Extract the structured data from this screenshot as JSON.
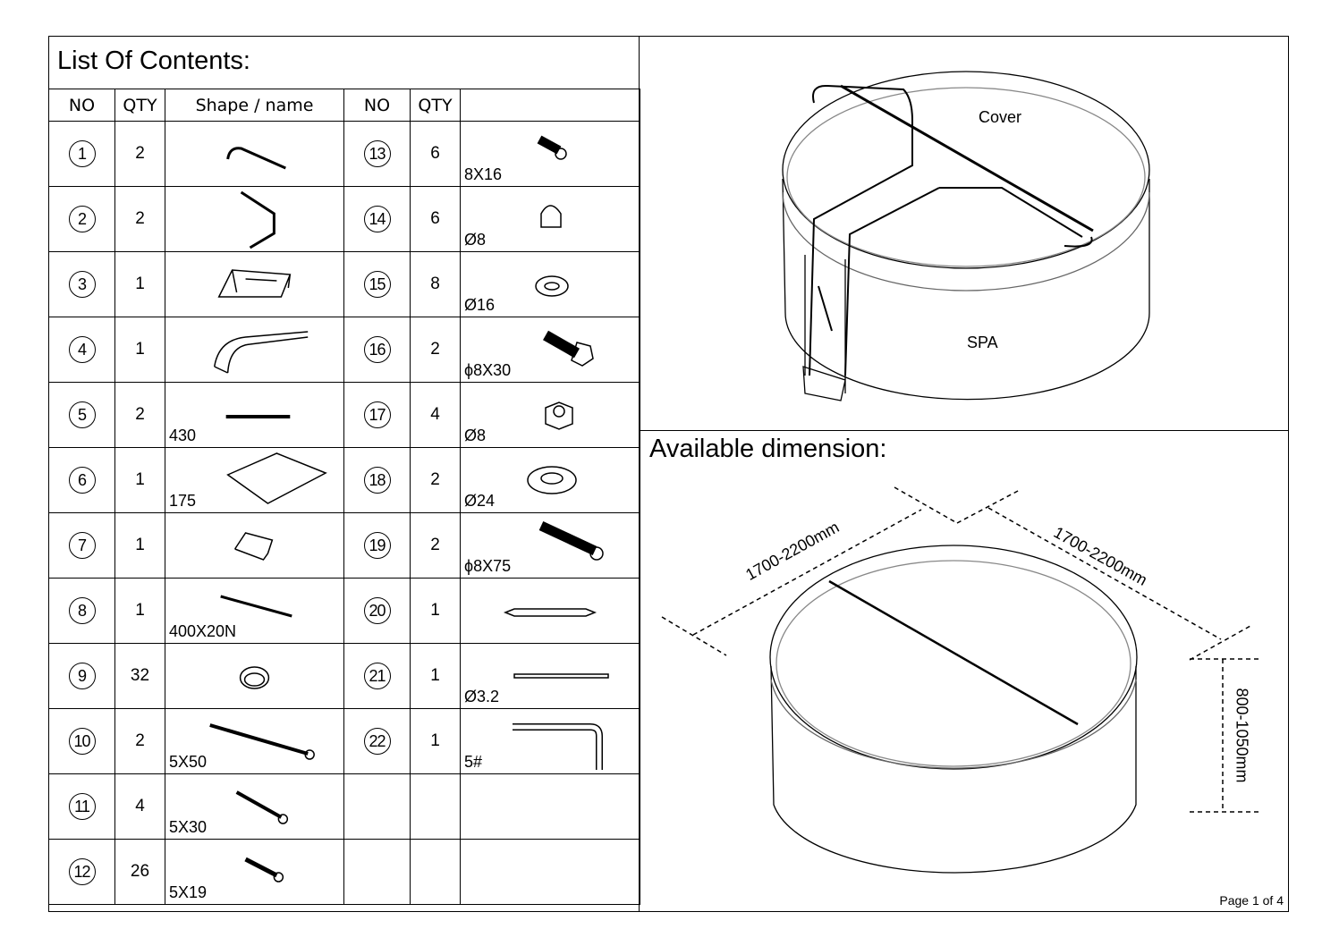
{
  "title": "List Of Contents:",
  "headers": {
    "no": "NO",
    "qty": "QTY",
    "shape": "Shape / name",
    "no2": "NO",
    "qty2": "QTY",
    "shape2": ""
  },
  "left_parts": [
    {
      "no": "1",
      "qty": "2",
      "size": "",
      "icon": "curved-rail-icon"
    },
    {
      "no": "2",
      "qty": "2",
      "size": "",
      "icon": "bent-rail-icon"
    },
    {
      "no": "3",
      "qty": "1",
      "size": "",
      "icon": "ladder-frame-icon"
    },
    {
      "no": "4",
      "qty": "1",
      "size": "",
      "icon": "handrail-frame-icon"
    },
    {
      "no": "5",
      "qty": "2",
      "size": "430",
      "icon": "bar-icon"
    },
    {
      "no": "6",
      "qty": "1",
      "size": "175",
      "icon": "base-plate-icon"
    },
    {
      "no": "7",
      "qty": "1",
      "size": "",
      "icon": "bracket-icon"
    },
    {
      "no": "8",
      "qty": "1",
      "size": "400X20N",
      "icon": "gas-spring-icon"
    },
    {
      "no": "9",
      "qty": "32",
      "size": "",
      "icon": "cap-icon"
    },
    {
      "no": "10",
      "qty": "2",
      "size": "5X50",
      "icon": "long-screw-icon"
    },
    {
      "no": "11",
      "qty": "4",
      "size": "5X30",
      "icon": "screw-icon"
    },
    {
      "no": "12",
      "qty": "26",
      "size": "5X19",
      "icon": "short-screw-icon"
    }
  ],
  "right_parts": [
    {
      "no": "13",
      "qty": "6",
      "size": "8X16",
      "icon": "countersunk-bolt-icon"
    },
    {
      "no": "14",
      "qty": "6",
      "size": "Ø8",
      "icon": "cap-nut-icon"
    },
    {
      "no": "15",
      "qty": "8",
      "size": "Ø16",
      "icon": "washer-icon"
    },
    {
      "no": "16",
      "qty": "2",
      "size": "ϕ8X30",
      "icon": "hex-bolt-icon"
    },
    {
      "no": "17",
      "qty": "4",
      "size": "Ø8",
      "icon": "lock-nut-icon"
    },
    {
      "no": "18",
      "qty": "2",
      "size": "Ø24",
      "icon": "large-washer-icon"
    },
    {
      "no": "19",
      "qty": "2",
      "size": "ϕ8X75",
      "icon": "long-bolt-icon"
    },
    {
      "no": "20",
      "qty": "1",
      "size": "",
      "icon": "screwdriver-bit-icon"
    },
    {
      "no": "21",
      "qty": "1",
      "size": "Ø3.2",
      "icon": "drill-bit-icon"
    },
    {
      "no": "22",
      "qty": "1",
      "size": "5#",
      "icon": "hex-key-icon"
    },
    {
      "no": "",
      "qty": "",
      "size": "",
      "icon": ""
    },
    {
      "no": "",
      "qty": "",
      "size": "",
      "icon": ""
    }
  ],
  "overview": {
    "cover_label": "Cover",
    "spa_label": "SPA"
  },
  "dimension": {
    "title": "Available dimension:",
    "width_left": "1700-2200mm",
    "width_right": "1700-2200mm",
    "height": "800-1050mm"
  },
  "page_label": "Page 1 of 4"
}
